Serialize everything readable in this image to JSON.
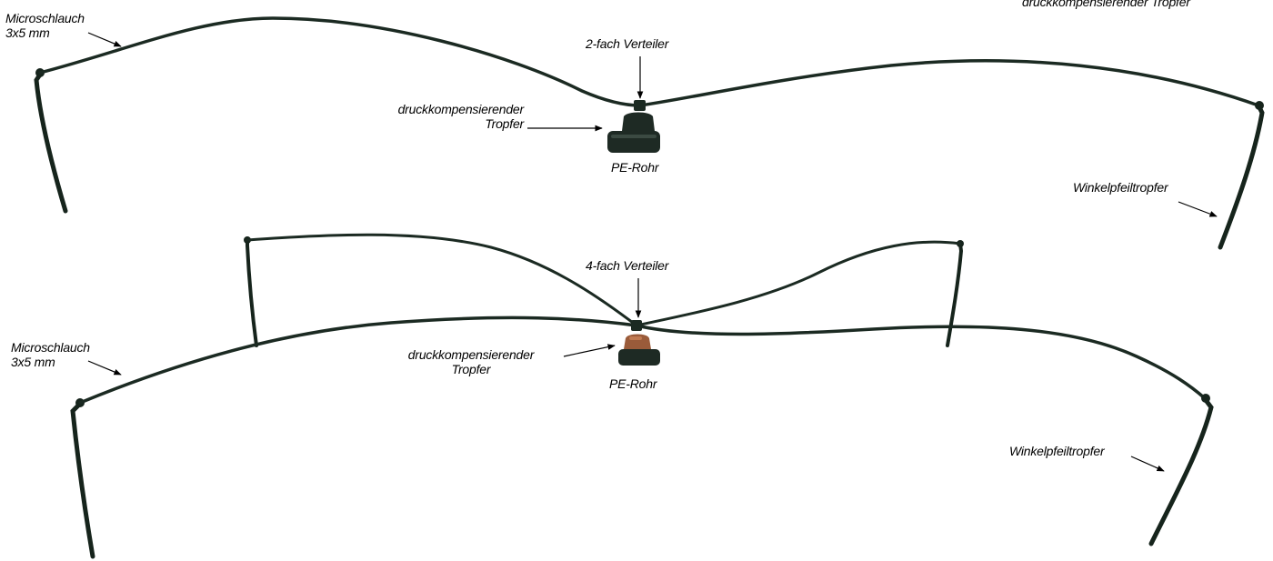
{
  "diagram": {
    "colors": {
      "background": "#ffffff",
      "tube": "#1b2a22",
      "stake": "#16241c",
      "pe_pipe": "#1e2a24",
      "dripper_top": "#9a5b3a",
      "arrow": "#000000"
    },
    "top_assembly": {
      "microtube_label": [
        "Microschlauch",
        "3x5 mm"
      ],
      "distributor_label": "2-fach Verteiler",
      "dripper_label": [
        "druckkompensierender",
        "Tropfer"
      ],
      "pe_pipe_label": "PE-Rohr",
      "stake_label": "Winkelpfeiltropfer",
      "cropped_label": "druckkompensierender Tropfer"
    },
    "bottom_assembly": {
      "microtube_label": [
        "Microschlauch",
        "3x5 mm"
      ],
      "distributor_label": "4-fach Verteiler",
      "dripper_label": [
        "druckkompensierender",
        "Tropfer"
      ],
      "pe_pipe_label": "PE-Rohr",
      "stake_label": "Winkelpfeiltropfer"
    }
  }
}
